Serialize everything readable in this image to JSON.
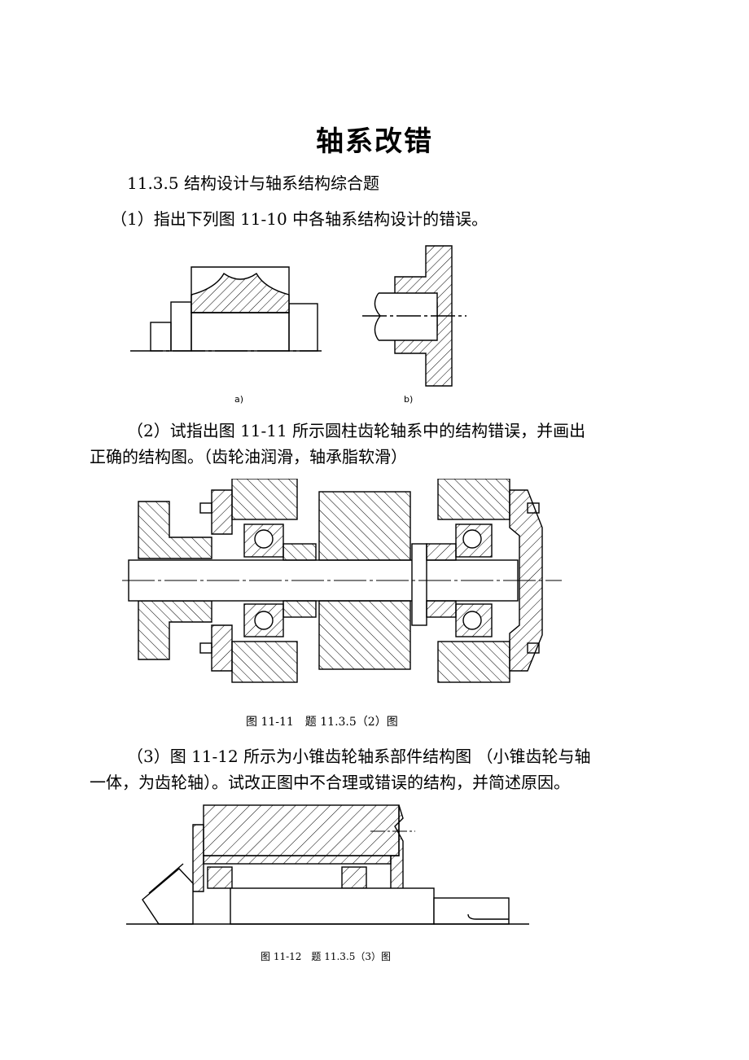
{
  "title": "轴系改错",
  "section_heading": "11.3.5 结构设计与轴系结构综合题",
  "q1": {
    "text": "（1）指出下列图 11-10 中各轴系结构设计的错误。",
    "label_a": "a)",
    "label_b": "b)"
  },
  "q2": {
    "line1": "（2）试指出图 11-11 所示圆柱齿轮轴系中的结构错误，并画出",
    "line2": "正确的结构图。（齿轮油润滑，轴承脂软滑）",
    "caption": "图 11-11　题 11.3.5（2）图"
  },
  "q3": {
    "line1": "（3）图 11-12 所示为小锥齿轮轴系部件结构图 （小锥齿轮与轴",
    "line2": "一体，为齿轮轴）。试改正图中不合理或错误的结构，并简述原因。",
    "caption": "图 11-12　题 11.3.5（3）图"
  }
}
